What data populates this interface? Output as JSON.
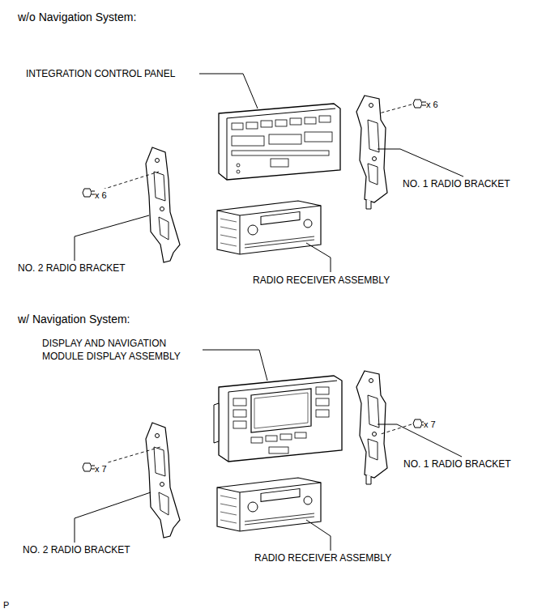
{
  "diagram": {
    "labels": [
      "w/o Navigation System:",
      "INTEGRATION CONTROL PANEL",
      "x 6",
      "NO. 1 RADIO BRACKET",
      "x 6",
      "NO. 2 RADIO BRACKET",
      "RADIO RECEIVER ASSEMBLY",
      "w/ Navigation System:",
      "DISPLAY AND NAVIGATION MODULE DISPLAY ASSEMBLY",
      "x 7",
      "NO. 1 RADIO BRACKET",
      "x 7",
      "NO. 2 RADIO BRACKET",
      "RADIO RECEIVER ASSEMBLY",
      "P"
    ]
  }
}
